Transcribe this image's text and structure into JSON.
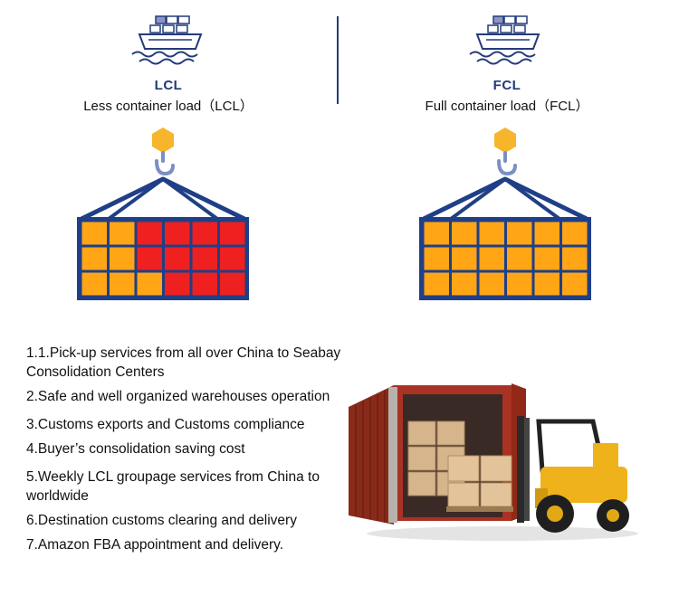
{
  "lcl": {
    "short": "LCL",
    "full": "Less container load（LCL）"
  },
  "fcl": {
    "short": "FCL",
    "full": "Full container load（FCL）"
  },
  "features": [
    "1.1.Pick-up services from all over China to Seabay Consolidation Centers",
    "2.Safe and well organized warehouses operation",
    "3.Customs exports and Customs compliance",
    "4.Buyer’s consolidation saving cost",
    "5.Weekly LCL groupage services from China to worldwide",
    "6.Destination customs clearing and delivery",
    "7.Amazon FBA appointment and delivery."
  ],
  "colors": {
    "navy": "#1f3f86",
    "hook_yellow": "#f7b52c",
    "box_orange": "#ffa516",
    "box_red": "#ee2020",
    "container_red": "#9c2b1c",
    "forklift_yellow": "#f0b21a"
  }
}
